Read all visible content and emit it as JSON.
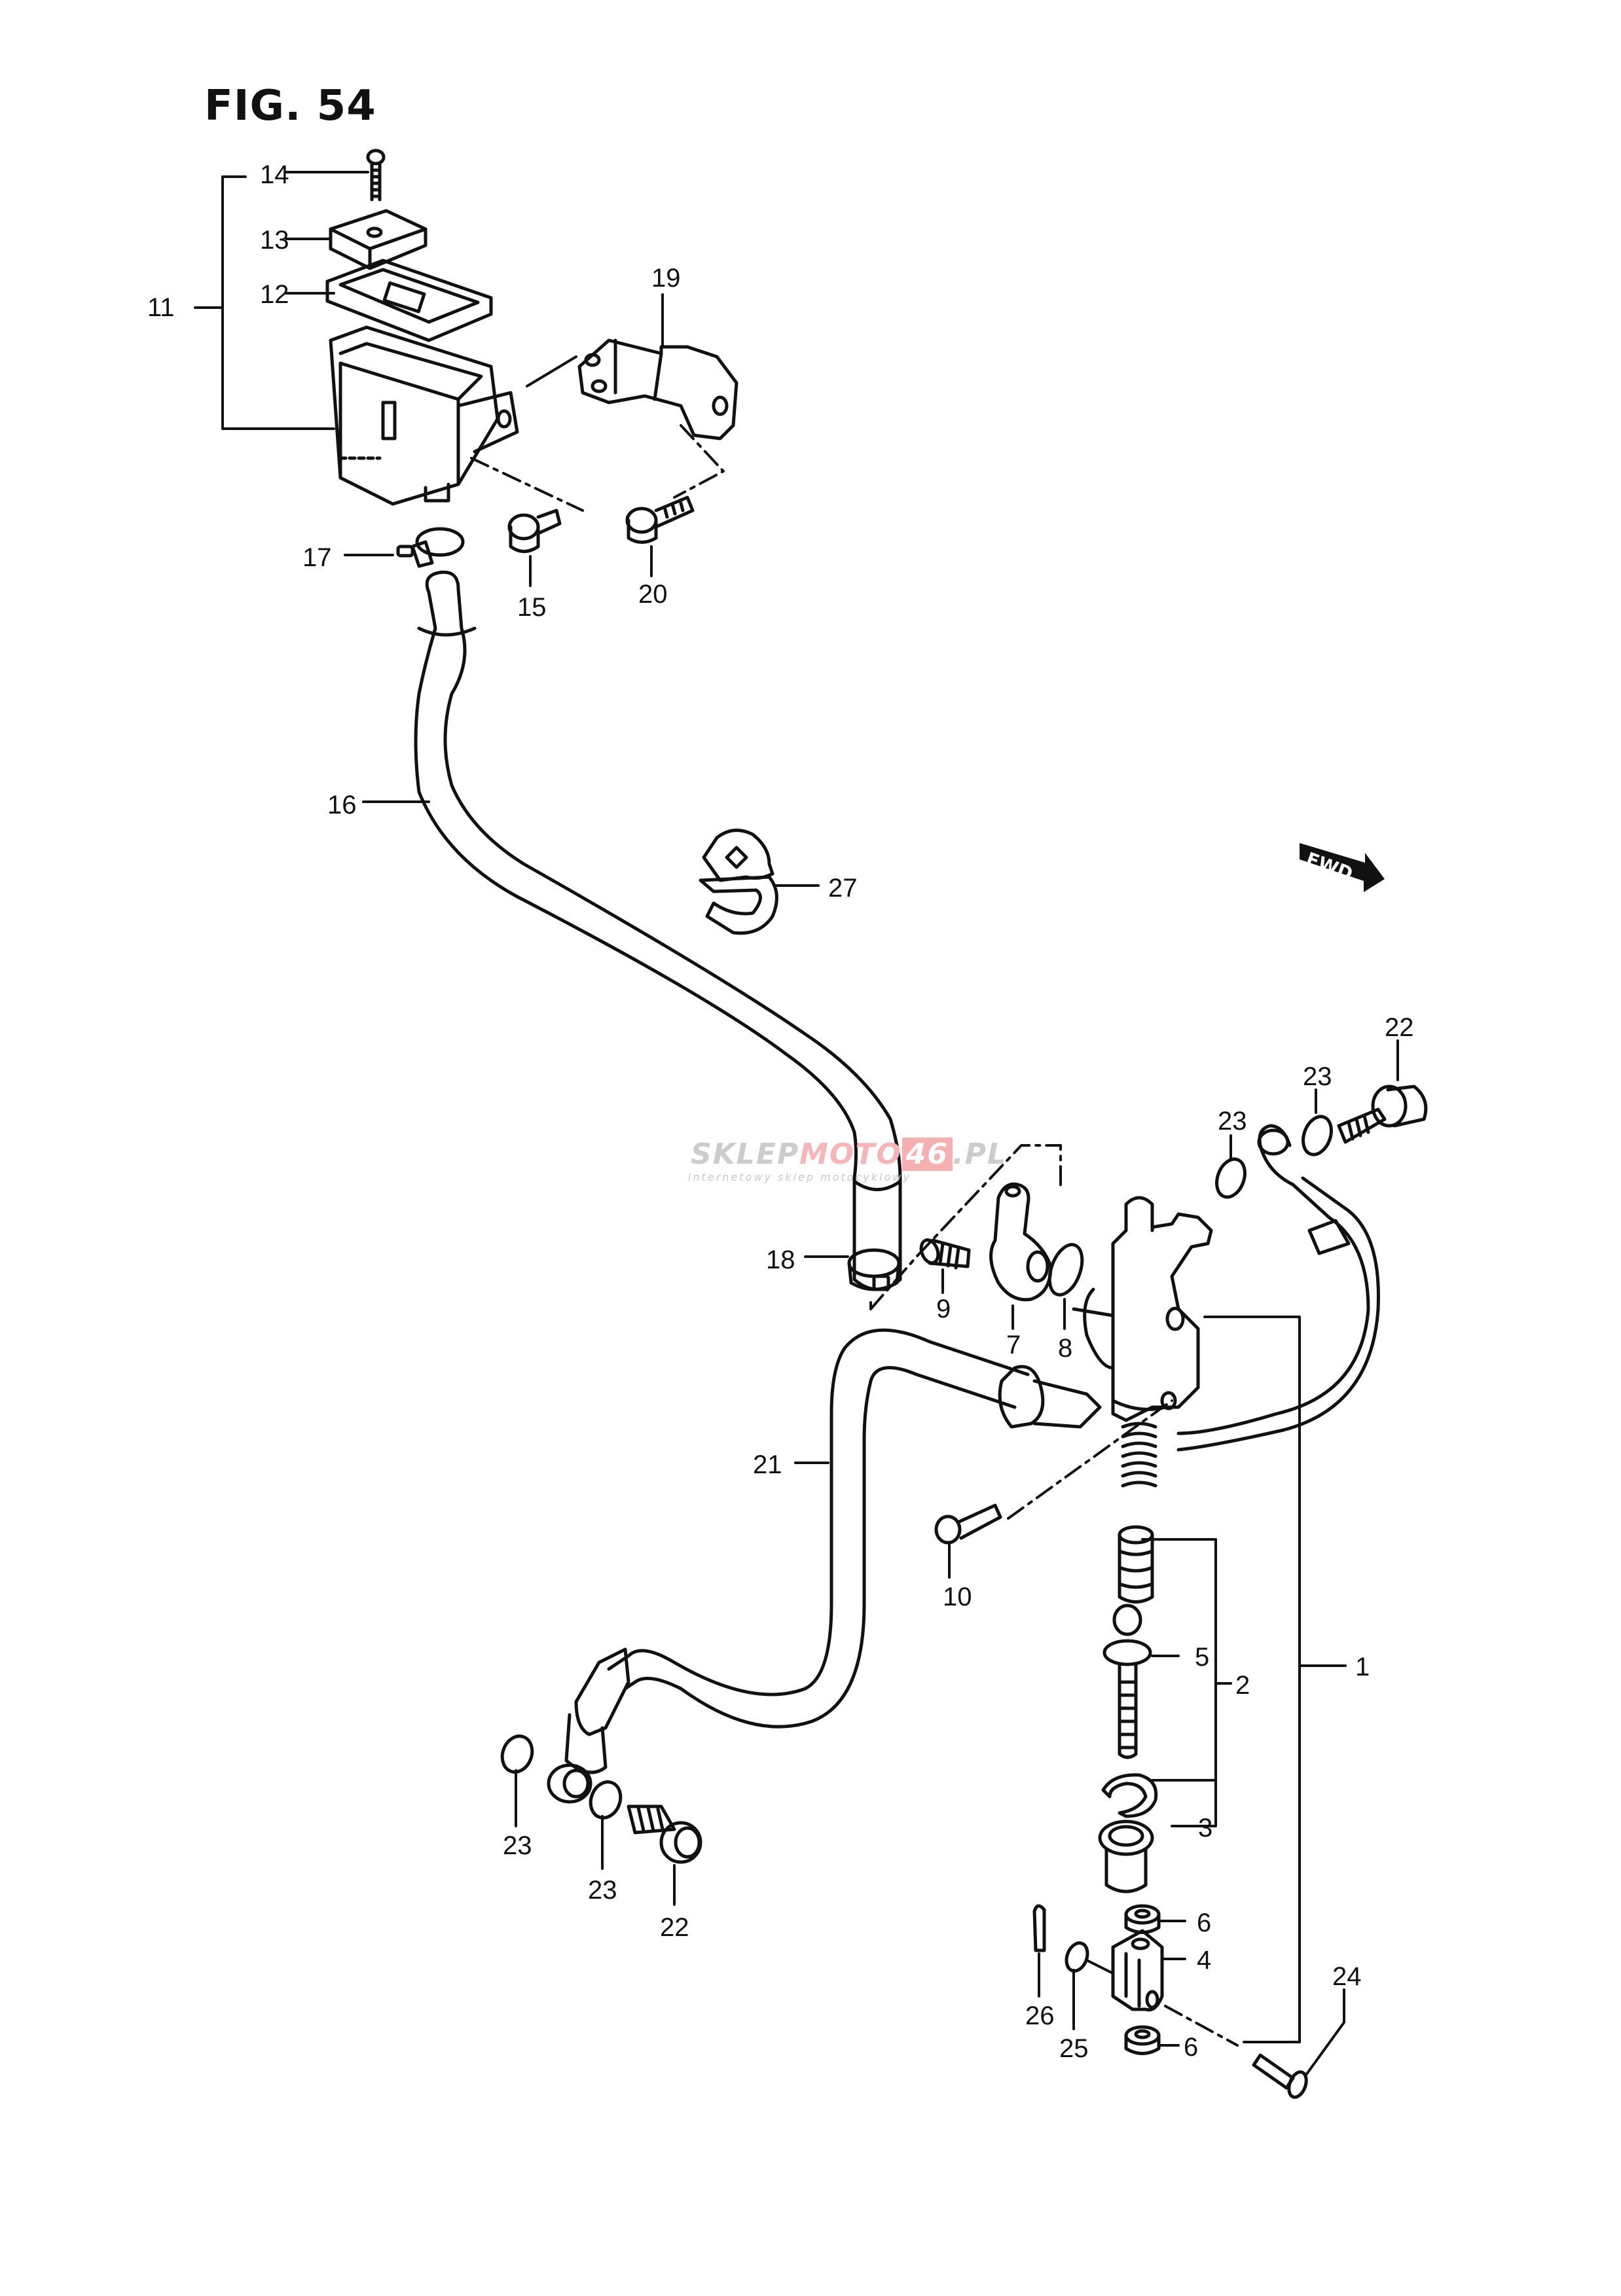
{
  "figure": {
    "title": "FIG. 54"
  },
  "watermark": {
    "part1": "SKLEP",
    "part2": "MOTO",
    "part3": "46",
    "part4": ".PL",
    "tagline": "internetowy sklep motocyklowy"
  },
  "direction_marker": {
    "text": "FWD"
  },
  "colors": {
    "line": "#111111",
    "watermark_gray": "#cccccc",
    "watermark_red": "#f6b6b6"
  },
  "callouts": [
    {
      "id": "c14",
      "text": "14"
    },
    {
      "id": "c13",
      "text": "13"
    },
    {
      "id": "c12",
      "text": "12"
    },
    {
      "id": "c11",
      "text": "11"
    },
    {
      "id": "c19",
      "text": "19"
    },
    {
      "id": "c17",
      "text": "17"
    },
    {
      "id": "c15",
      "text": "15"
    },
    {
      "id": "c20",
      "text": "20"
    },
    {
      "id": "c16",
      "text": "16"
    },
    {
      "id": "c27",
      "text": "27"
    },
    {
      "id": "c22a",
      "text": "22"
    },
    {
      "id": "c23a",
      "text": "23"
    },
    {
      "id": "c23b",
      "text": "23"
    },
    {
      "id": "c18",
      "text": "18"
    },
    {
      "id": "c9",
      "text": "9"
    },
    {
      "id": "c7",
      "text": "7"
    },
    {
      "id": "c8",
      "text": "8"
    },
    {
      "id": "c21",
      "text": "21"
    },
    {
      "id": "c10",
      "text": "10"
    },
    {
      "id": "c5",
      "text": "5"
    },
    {
      "id": "c2",
      "text": "2"
    },
    {
      "id": "c1",
      "text": "1"
    },
    {
      "id": "c3",
      "text": "3"
    },
    {
      "id": "c6a",
      "text": "6"
    },
    {
      "id": "c4",
      "text": "4"
    },
    {
      "id": "c6b",
      "text": "6"
    },
    {
      "id": "c26",
      "text": "26"
    },
    {
      "id": "c25",
      "text": "25"
    },
    {
      "id": "c24",
      "text": "24"
    },
    {
      "id": "c23c",
      "text": "23"
    },
    {
      "id": "c23d",
      "text": "23"
    },
    {
      "id": "c22b",
      "text": "22"
    }
  ]
}
